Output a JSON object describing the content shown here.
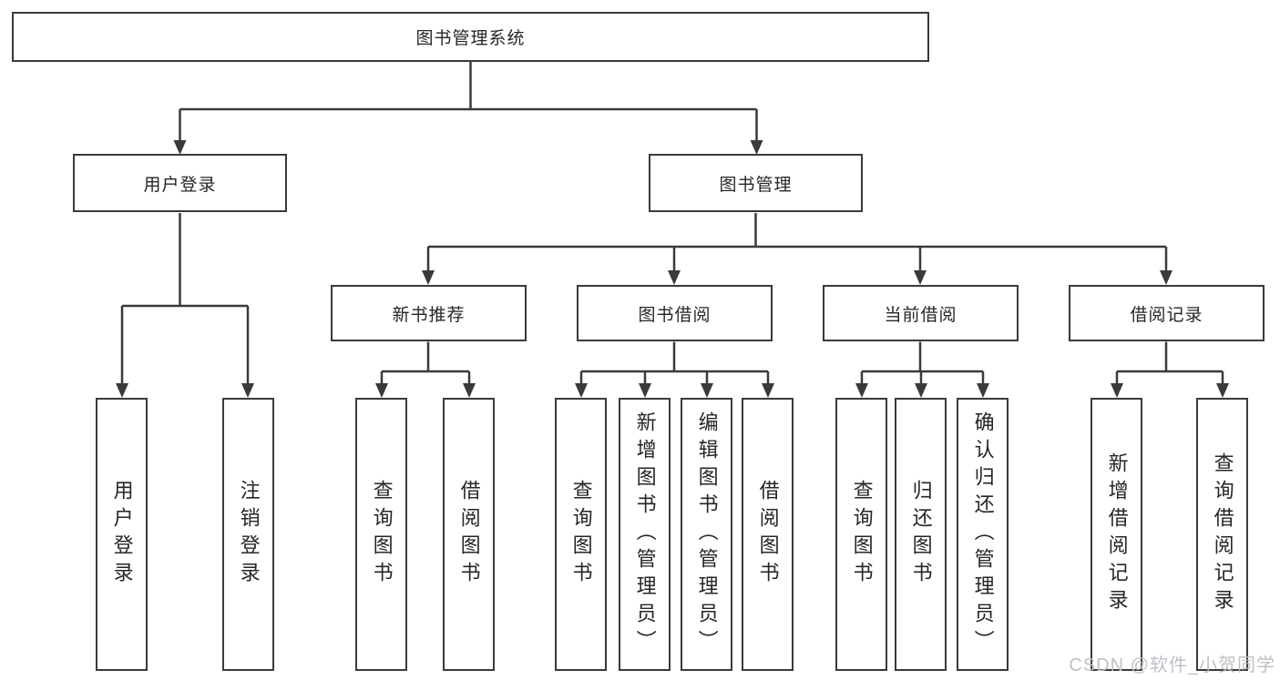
{
  "diagram": {
    "root": {
      "label": "图书管理系统",
      "children": [
        {
          "label": "用户登录",
          "children": [
            {
              "label": "用户登录"
            },
            {
              "label": "注销登录"
            }
          ]
        },
        {
          "label": "图书管理",
          "children": [
            {
              "label": "新书推荐",
              "children": [
                {
                  "label": "查询图书"
                },
                {
                  "label": "借阅图书"
                }
              ]
            },
            {
              "label": "图书借阅",
              "children": [
                {
                  "label": "查询图书"
                },
                {
                  "label": "新增图书（管理员）"
                },
                {
                  "label": "编辑图书（管理员）"
                },
                {
                  "label": "借阅图书"
                }
              ]
            },
            {
              "label": "当前借阅",
              "children": [
                {
                  "label": "查询图书"
                },
                {
                  "label": "归还图书"
                },
                {
                  "label": "确认归还（管理员）"
                }
              ]
            },
            {
              "label": "借阅记录",
              "children": [
                {
                  "label": "新增借阅记录"
                },
                {
                  "label": "查询借阅记录"
                }
              ]
            }
          ]
        }
      ]
    }
  },
  "watermark": "CSDN @软件_小贺同学",
  "colors": {
    "line": "#3a3a3a",
    "box_border": "#3a3a3a",
    "text": "#262626",
    "background": "#ffffff",
    "watermark": "#b9bec4"
  }
}
